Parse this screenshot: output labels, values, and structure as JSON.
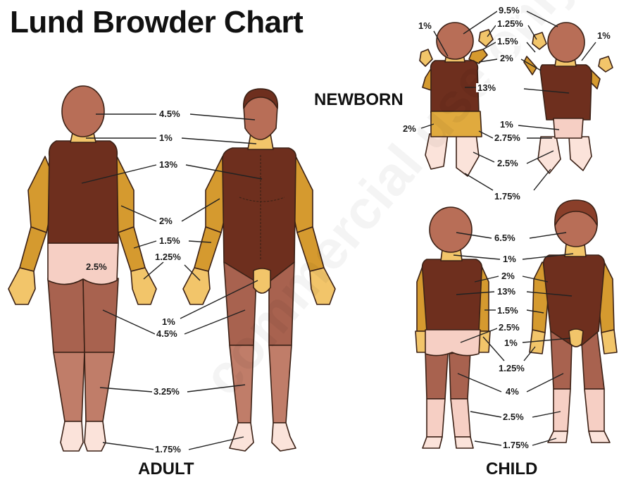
{
  "title": "Lund Browder Chart",
  "sections": {
    "adult": "ADULT",
    "newborn": "NEWBORN",
    "child": "CHILD"
  },
  "watermark": "commercial use only",
  "colors": {
    "head_trunk": "#6e2f1e",
    "arms": "#d59a2f",
    "hands": "#f2c56a",
    "legs_upper": "#a8624f",
    "legs_lower": "#c07d69",
    "buttocks": "#f6cfc4",
    "feet": "#fbe3da",
    "head_face": "#b86e57",
    "outline": "#3b2116"
  },
  "adult_labels": {
    "head": "4.5%",
    "neck": "1%",
    "trunk": "13%",
    "upper_arm": "2%",
    "lower_arm": "1.5%",
    "hand": "1.25%",
    "buttock": "2.5%",
    "genitalia": "1%",
    "thigh": "4.5%",
    "leg": "3.25%",
    "foot": "1.75%"
  },
  "newborn_labels": {
    "head": "9.5%",
    "hand": "1.25%",
    "lower_arm": "1.5%",
    "upper_arm": "2%",
    "neck_left": "1%",
    "neck_right": "1%",
    "trunk": "13%",
    "buttock": "2%",
    "genitalia": "1%",
    "thigh": "2.75%",
    "leg": "2.5%",
    "foot": "1.75%"
  },
  "child_labels": {
    "head": "6.5%",
    "neck": "1%",
    "upper_arm": "2%",
    "trunk": "13%",
    "lower_arm": "1.5%",
    "buttock": "2.5%",
    "genitalia": "1%",
    "hand": "1.25%",
    "thigh": "4%",
    "leg": "2.5%",
    "foot": "1.75%"
  }
}
